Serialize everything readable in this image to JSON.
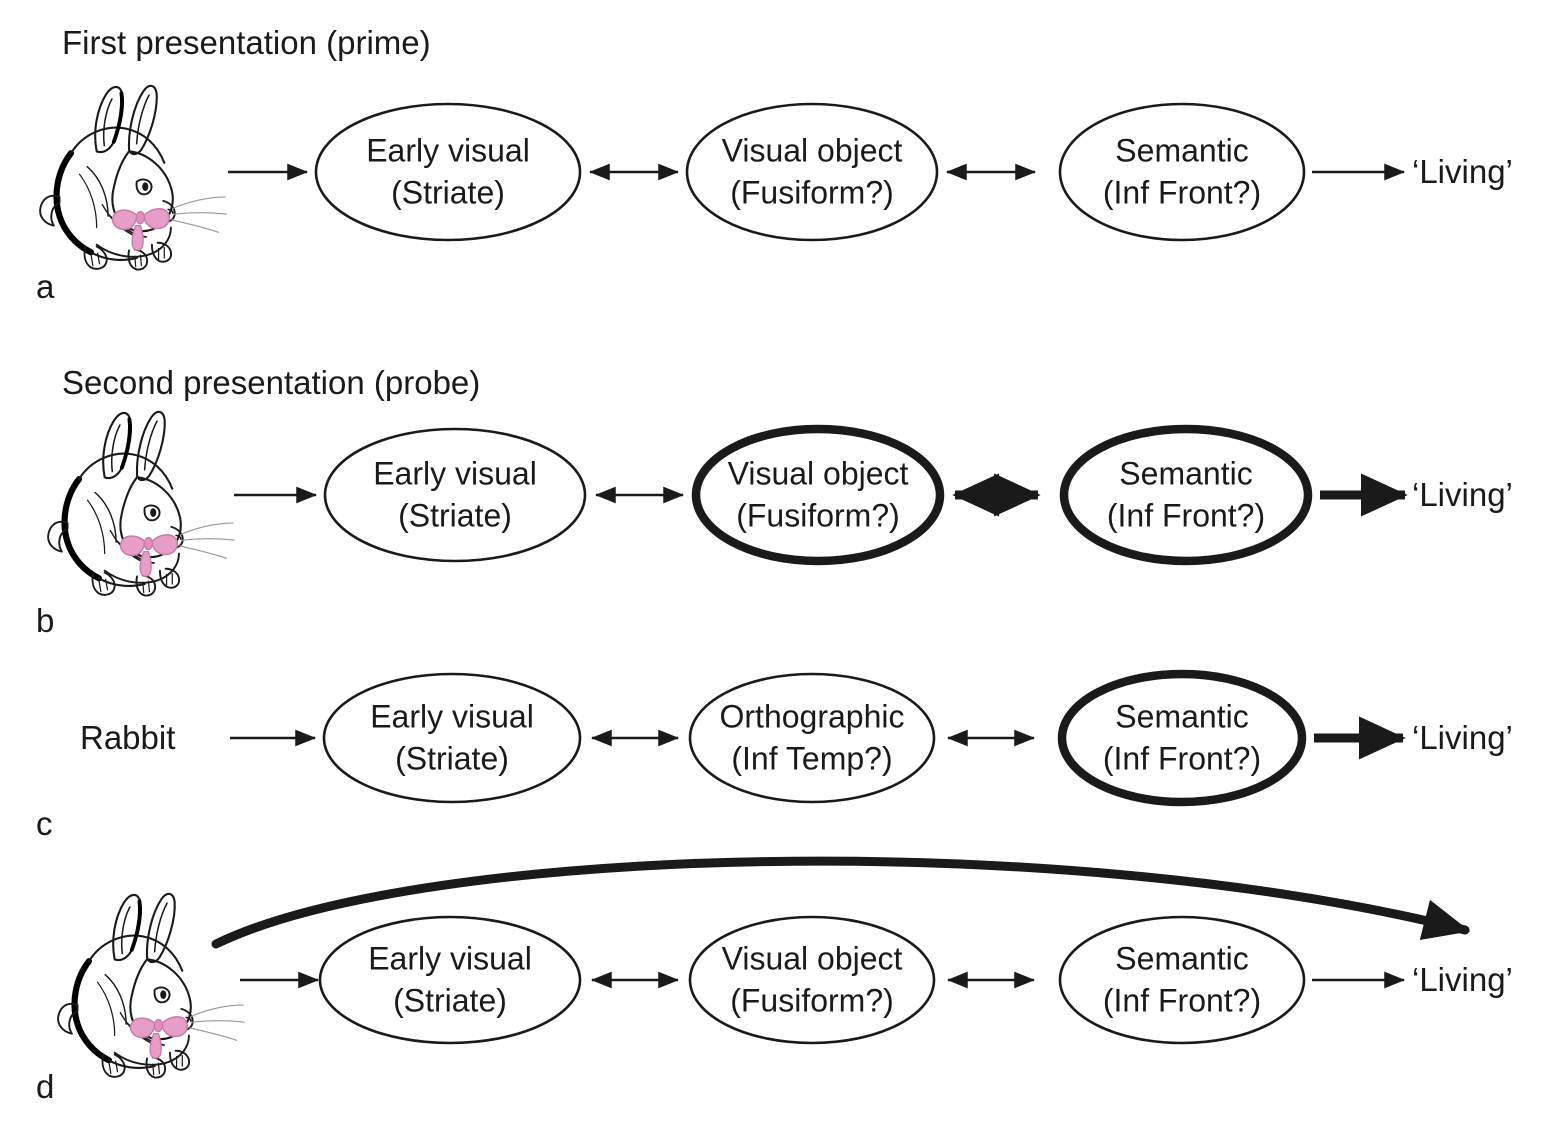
{
  "figure": {
    "title_a": "First presentation (prime)",
    "title_b": "Second presentation (probe)",
    "bowtie_color": "#e79ec6",
    "stroke_color": "#1a1a1a"
  },
  "panels": [
    {
      "letter": "a",
      "heading": "First presentation (prime)",
      "input": {
        "type": "rabbit-image",
        "label": ""
      },
      "output": "‘Living’",
      "output_arrow": "thin",
      "nodes": [
        {
          "line1": "Early visual",
          "line2": "(Striate)",
          "emphasis": "normal"
        },
        {
          "line1": "Visual object",
          "line2": "(Fusiform?)",
          "emphasis": "normal"
        },
        {
          "line1": "Semantic",
          "line2": "(Inf Front?)",
          "emphasis": "normal"
        }
      ],
      "connectors": [
        "thin-arrow",
        "thin-double-arrow",
        "thin-double-arrow"
      ]
    },
    {
      "letter": "b",
      "heading": "Second presentation (probe)",
      "input": {
        "type": "rabbit-image",
        "label": ""
      },
      "output": "‘Living’",
      "output_arrow": "bold",
      "nodes": [
        {
          "line1": "Early visual",
          "line2": "(Striate)",
          "emphasis": "normal"
        },
        {
          "line1": "Visual object",
          "line2": "(Fusiform?)",
          "emphasis": "bold"
        },
        {
          "line1": "Semantic",
          "line2": "(Inf Front?)",
          "emphasis": "bold"
        }
      ],
      "connectors": [
        "thin-arrow",
        "thin-double-arrow",
        "bold-double-arrow"
      ]
    },
    {
      "letter": "c",
      "heading": "",
      "input": {
        "type": "text",
        "label": "Rabbit"
      },
      "output": "‘Living’",
      "output_arrow": "bold",
      "nodes": [
        {
          "line1": "Early visual",
          "line2": "(Striate)",
          "emphasis": "normal"
        },
        {
          "line1": "Orthographic",
          "line2": "(Inf Temp?)",
          "emphasis": "normal"
        },
        {
          "line1": "Semantic",
          "line2": "(Inf Front?)",
          "emphasis": "bold"
        }
      ],
      "connectors": [
        "thin-arrow",
        "thin-double-arrow",
        "thin-double-arrow"
      ]
    },
    {
      "letter": "d",
      "heading": "",
      "input": {
        "type": "rabbit-image",
        "label": ""
      },
      "output": "‘Living’",
      "output_arrow": "thin",
      "bypass_arc": true,
      "nodes": [
        {
          "line1": "Early visual",
          "line2": "(Striate)",
          "emphasis": "normal"
        },
        {
          "line1": "Visual object",
          "line2": "(Fusiform?)",
          "emphasis": "normal"
        },
        {
          "line1": "Semantic",
          "line2": "(Inf Front?)",
          "emphasis": "normal"
        }
      ],
      "connectors": [
        "thin-arrow",
        "thin-double-arrow",
        "thin-double-arrow"
      ]
    }
  ]
}
